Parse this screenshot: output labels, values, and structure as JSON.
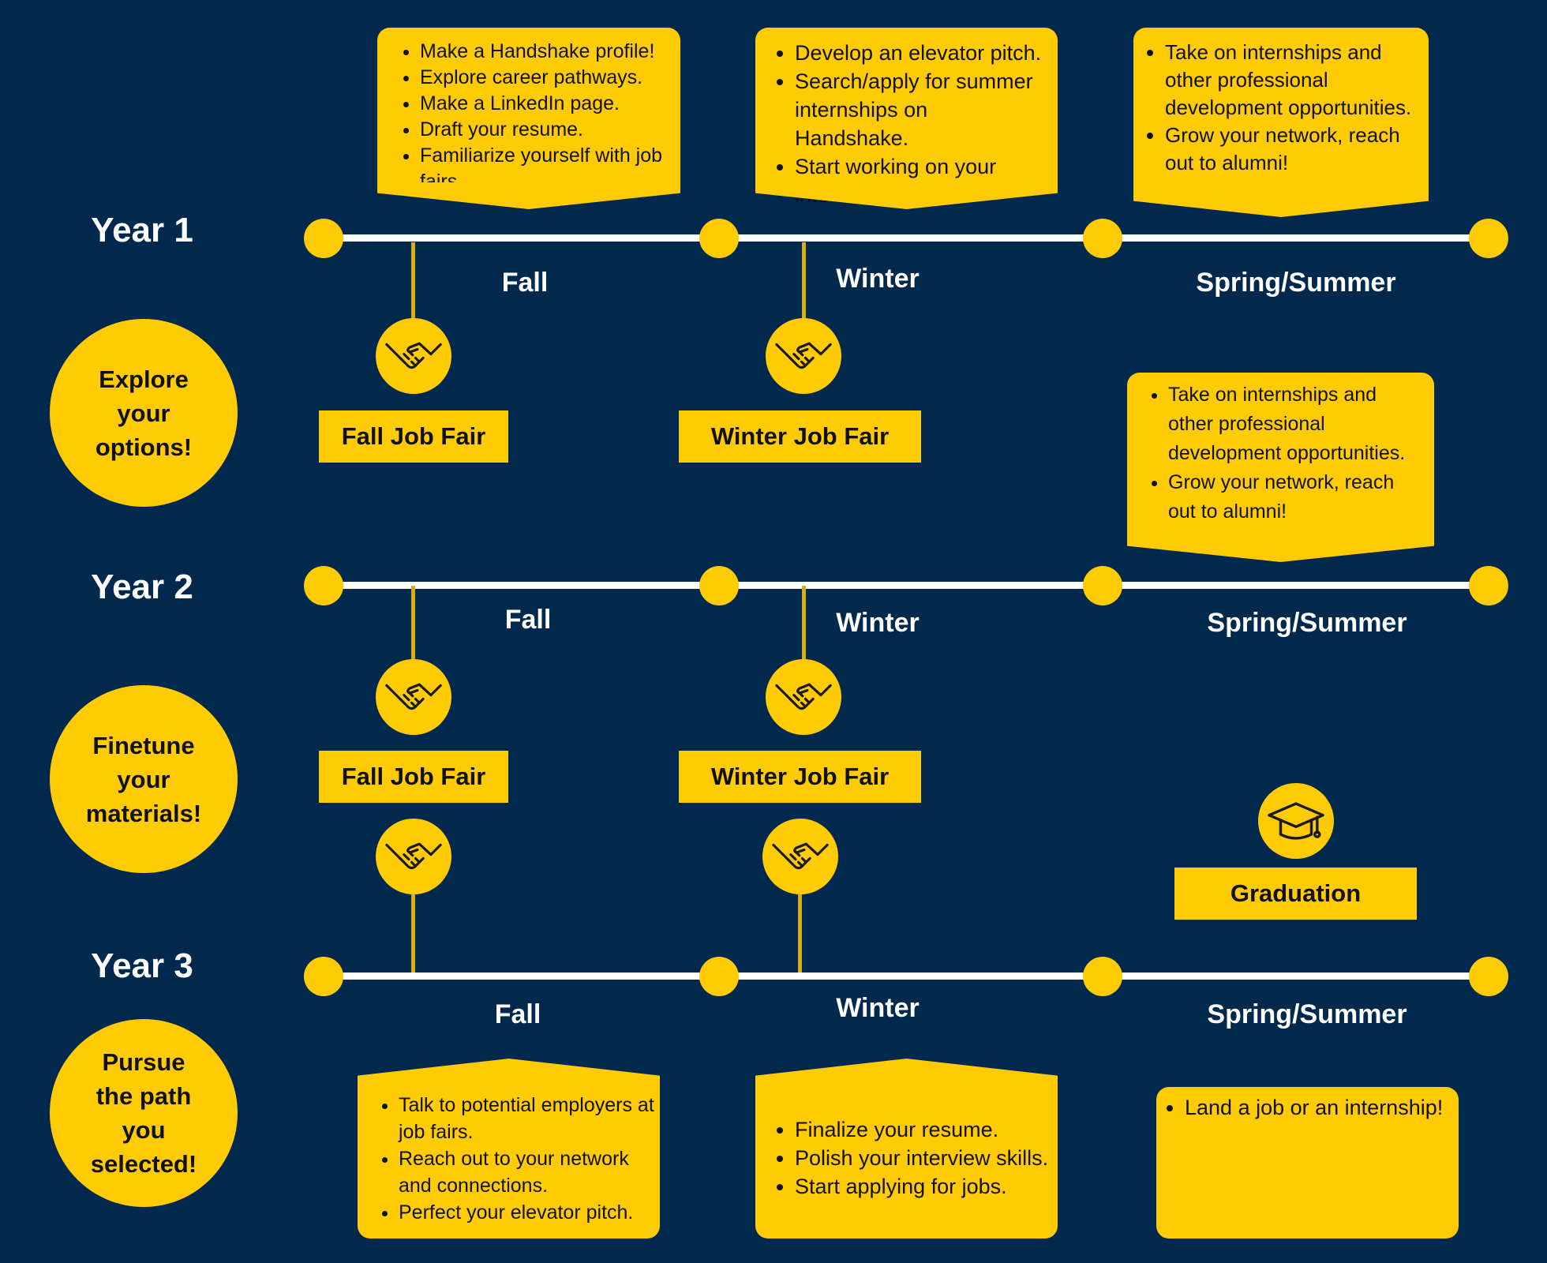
{
  "colors": {
    "background": "#01284d",
    "accent": "#ffcb05",
    "line": "#ffffff",
    "stem": "#d7ae17",
    "text_dark": "#111111"
  },
  "years": [
    {
      "label": "Year 1",
      "seasons": [
        "Fall",
        "Winter",
        "Spring/Summer"
      ]
    },
    {
      "label": "Year 2",
      "seasons": [
        "Fall",
        "Winter",
        "Spring/Summer"
      ]
    },
    {
      "label": "Year 3",
      "seasons": [
        "Fall",
        "Winter",
        "Spring/Summer"
      ]
    }
  ],
  "phases": [
    "Explore your options!",
    "Finetune your materials!",
    "Pursue the path you selected!"
  ],
  "events": [
    {
      "label": "Fall Job Fair",
      "icon": "handshake-icon"
    },
    {
      "label": "Winter Job Fair",
      "icon": "handshake-icon"
    },
    {
      "label": "Fall Job Fair",
      "icon": "handshake-icon"
    },
    {
      "label": "Winter Job Fair",
      "icon": "handshake-icon"
    },
    {
      "label": "Graduation",
      "icon": "graduation-cap-icon"
    }
  ],
  "callouts": [
    {
      "items": [
        "Make a Handshake profile!",
        "Explore career pathways.",
        "Make a LinkedIn page.",
        "Draft your resume.",
        "Familiarize yourself with job fairs."
      ]
    },
    {
      "items": [
        "Develop an elevator pitch.",
        "Search/apply for summer internships on Handshake.",
        "Start working on your interview skills."
      ]
    },
    {
      "items": [
        "Take on internships and other professional development opportunities.",
        "Grow your network, reach out to alumni!"
      ]
    },
    {
      "items": [
        "Take on internships and other professional development opportunities.",
        "Grow your network, reach out to alumni!"
      ]
    },
    {
      "items": [
        "Talk to potential employers at job fairs.",
        "Reach out to your network and connections.",
        "Perfect your elevator pitch."
      ]
    },
    {
      "items": [
        "Finalize your resume.",
        "Polish your interview skills.",
        "Start applying for jobs."
      ]
    },
    {
      "items": [
        "Land a job or an internship!"
      ]
    }
  ]
}
